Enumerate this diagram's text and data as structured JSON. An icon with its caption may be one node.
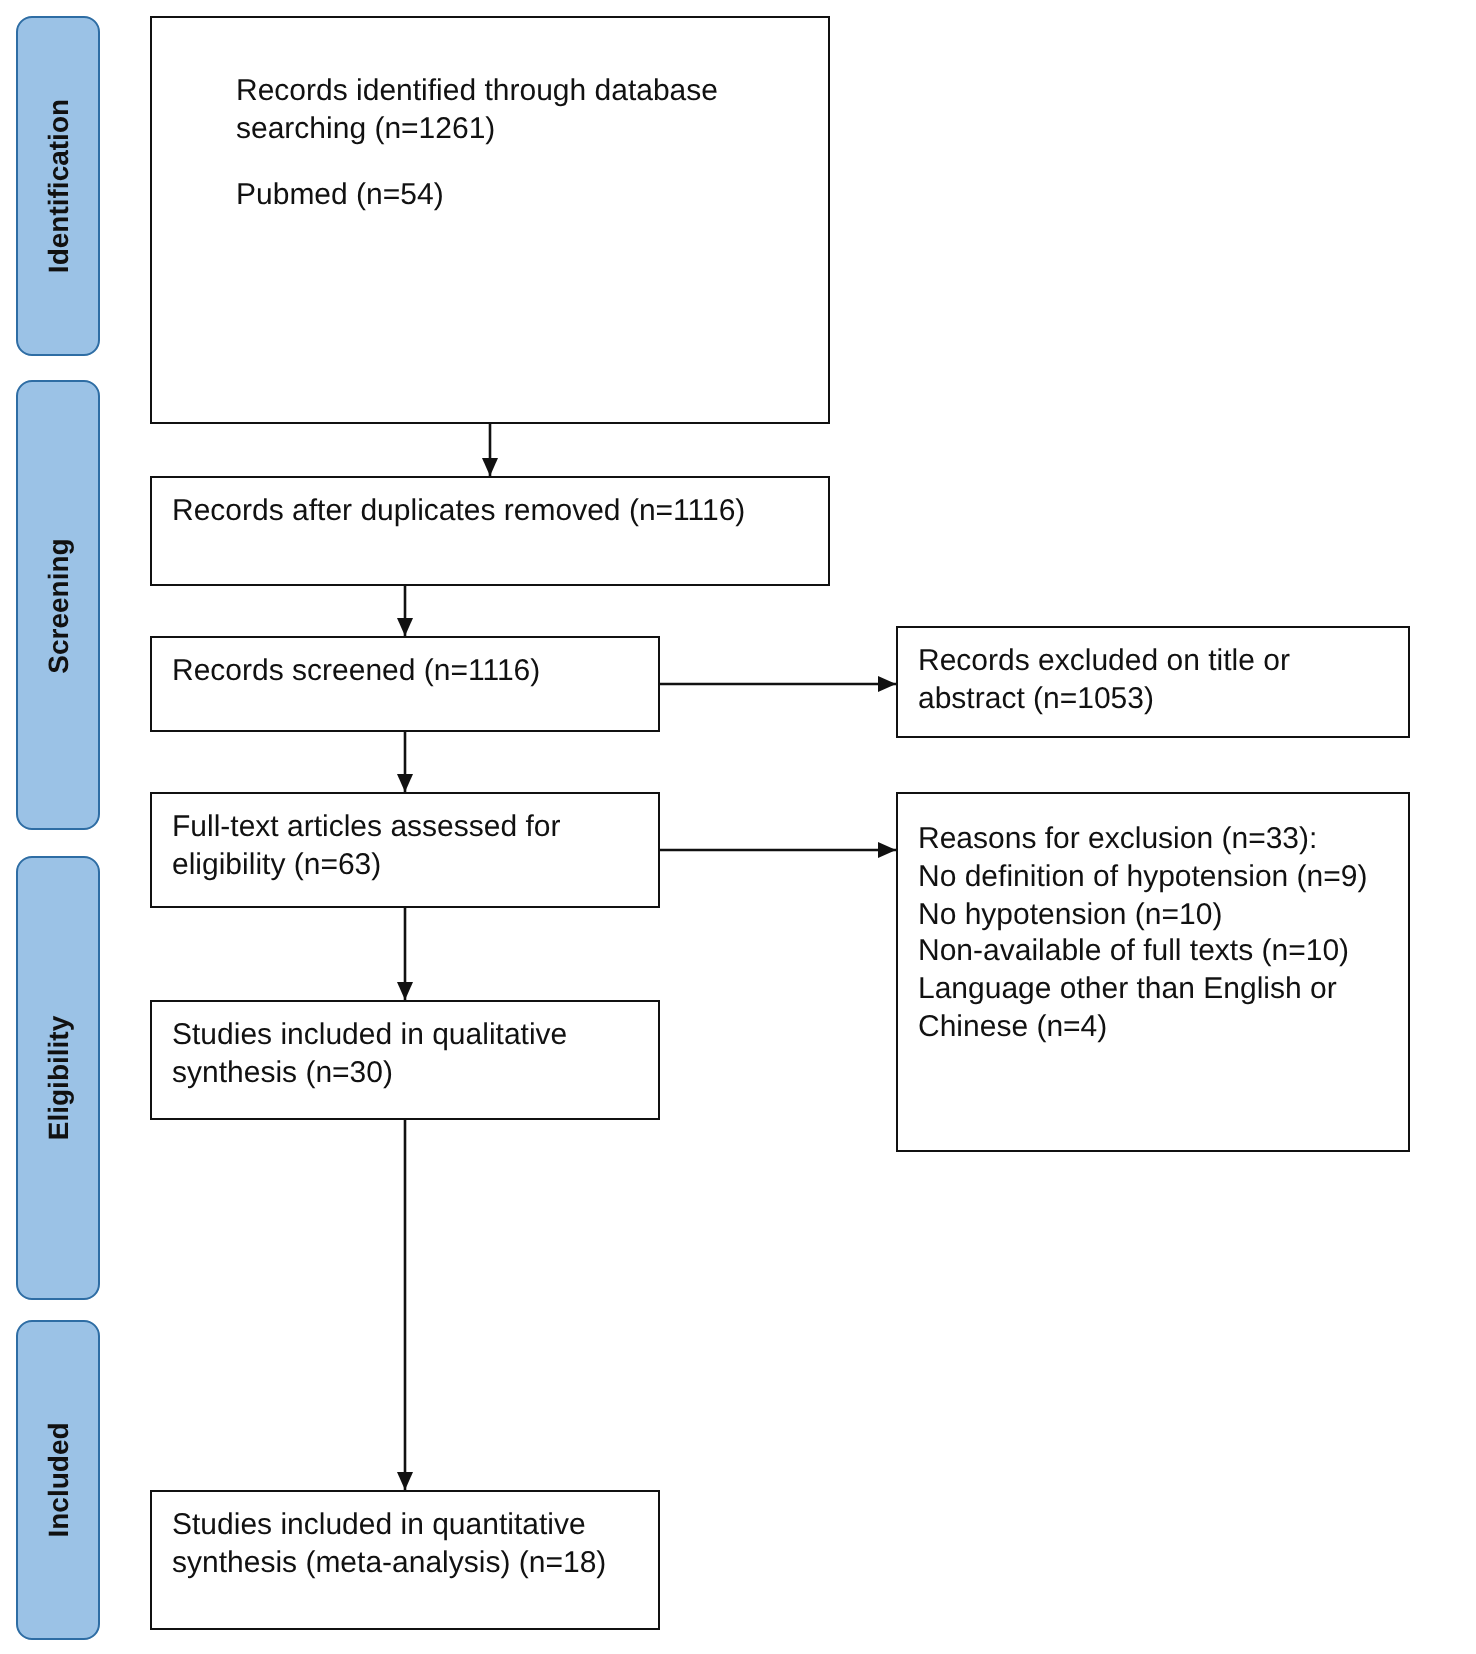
{
  "diagram": {
    "nodes": [
      {
        "text": [
          "Identification"
        ]
      },
      {
        "text": [
          "Screening"
        ]
      },
      {
        "text": [
          "Eligibility"
        ]
      },
      {
        "text": [
          "Included"
        ]
      },
      {
        "text": [
          "Records identified through database searching (n=1261)",
          "Pubmed (n=54)"
        ]
      },
      {
        "text": [
          "Records after duplicates removed (n=1116)"
        ]
      },
      {
        "text": [
          "Records screened (n=1116)"
        ]
      },
      {
        "text": [
          "Records excluded on title or abstract (n=1053)"
        ]
      },
      {
        "text": [
          "Full-text articles assessed for eligibility (n=63)"
        ]
      },
      {
        "text": [
          "Reasons for exclusion (n=33):",
          "No definition of hypotension (n=9)",
          "No hypotension (n=10)",
          "Non-available of full texts (n=10)",
          "Language other than English or Chinese (n=4)"
        ]
      },
      {
        "text": [
          "Studies included in qualitative synthesis (n=30)"
        ]
      },
      {
        "text": [
          "Studies included in quantitative synthesis (meta-analysis) (n=18)"
        ]
      }
    ],
    "edges": [
      {
        "from": 4,
        "to": 5,
        "arrow": "to"
      },
      {
        "from": 5,
        "to": 6,
        "arrow": "to"
      },
      {
        "from": 6,
        "to": 7,
        "arrow": "to"
      },
      {
        "from": 6,
        "to": 8,
        "arrow": "to"
      },
      {
        "from": 8,
        "to": 9,
        "arrow": "to"
      },
      {
        "from": 8,
        "to": 10,
        "arrow": "to"
      },
      {
        "from": 10,
        "to": 11,
        "arrow": "to"
      }
    ]
  }
}
